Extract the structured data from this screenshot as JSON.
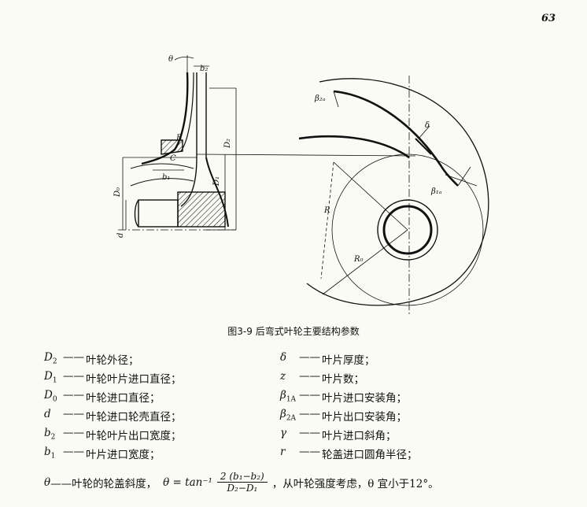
{
  "page_number": "63",
  "figure_labels": {
    "theta": "θ",
    "b2": "b₂",
    "B": "B",
    "C": "C",
    "b1": "b₁",
    "D2": "D₂",
    "D1": "D₁",
    "D0": "D₀",
    "d": "d",
    "beta2A": "β₂ₐ",
    "delta": "δ",
    "beta1A": "β₁ₐ",
    "R": "R",
    "R0": "R₀"
  },
  "caption": "图3-9  后弯式叶轮主要结构参数",
  "definitions": [
    {
      "left": {
        "sym": "D",
        "sub": "2",
        "text": "叶轮外径；"
      },
      "right": {
        "sym": "δ",
        "sub": "",
        "text": "叶片厚度；"
      }
    },
    {
      "left": {
        "sym": "D",
        "sub": "1",
        "text": "叶轮叶片进口直径；"
      },
      "right": {
        "sym": "z",
        "sub": "",
        "text": "叶片数；"
      }
    },
    {
      "left": {
        "sym": "D",
        "sub": "0",
        "text": "叶轮进口直径；"
      },
      "right": {
        "sym": "β",
        "sub": "1A",
        "text": "叶片进口安装角；"
      }
    },
    {
      "left": {
        "sym": "d",
        "sub": "",
        "text": "叶轮进口轮壳直径；"
      },
      "right": {
        "sym": "β",
        "sub": "2A",
        "text": "叶片出口安装角；"
      }
    },
    {
      "left": {
        "sym": "b",
        "sub": "2",
        "text": "叶轮叶片出口宽度；"
      },
      "right": {
        "sym": "γ",
        "sub": "",
        "text": "叶片进口斜角；"
      }
    },
    {
      "left": {
        "sym": "b",
        "sub": "1",
        "text": "叶片进口宽度；"
      },
      "right": {
        "sym": "r",
        "sub": "",
        "text": "轮盖进口圆角半径；"
      }
    }
  ],
  "dash": "——",
  "formula": {
    "sym": "θ",
    "desc": "——叶轮的轮盖斜度，",
    "lhs": "θ = tan⁻¹",
    "numerator": "2 (b₁−b₂)",
    "denominator": "D₂−D₁",
    "tail": "，从叶轮强度考虑，θ 宜小于12°。"
  }
}
